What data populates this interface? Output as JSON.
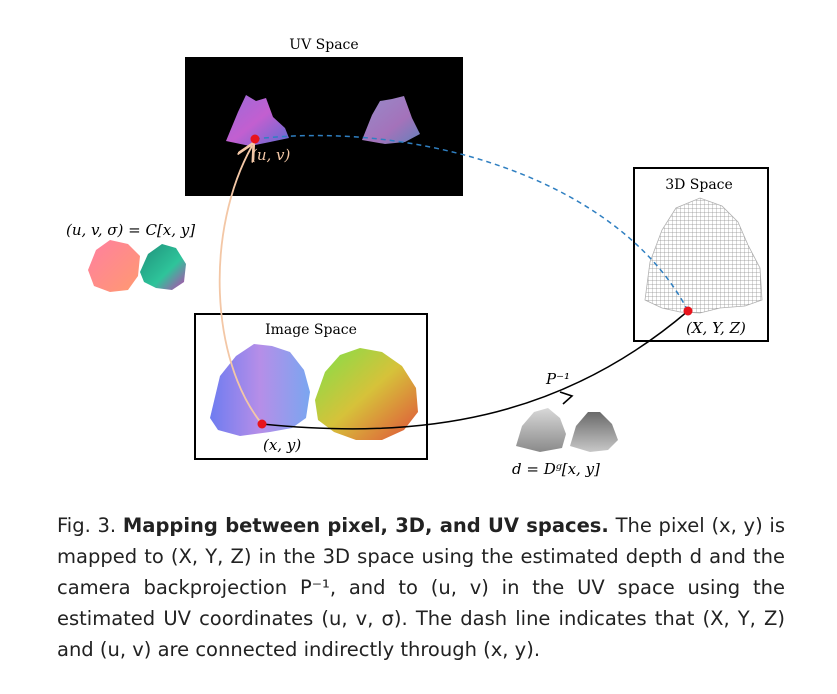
{
  "figure": {
    "uv_space_title": "UV Space",
    "space3d_title": "3D Space",
    "image_space_title": "Image Space",
    "uv_point_label": "(u, v)",
    "xyz_point_label": "(X, Y, Z)",
    "xy_point_label": "(x, y)",
    "uv_sigma_label": "(u, v, σ) = C[x, y]",
    "backprojection_label": "P⁻¹",
    "depth_label": "d = Dᵍ[x, y]"
  },
  "caption": {
    "fig_label": "Fig. 3.",
    "bold_title": "Mapping between pixel, 3D, and UV spaces.",
    "text": "The pixel (x, y) is mapped to (X, Y, Z) in the 3D space using the estimated depth d and the camera backprojection P⁻¹, and to (u, v) in the UV space using the estimated UV coordinates (u, v, σ). The dash line indicates that (X, Y, Z) and (u, v) are connected indirectly through (x, y)."
  },
  "colors": {
    "uv_panel_bg": "#000000",
    "dash_line": "#2f7fc1",
    "uv_arrow": "#f3c7a6",
    "point": "#e8141c",
    "depth_arrow": "#000000"
  }
}
